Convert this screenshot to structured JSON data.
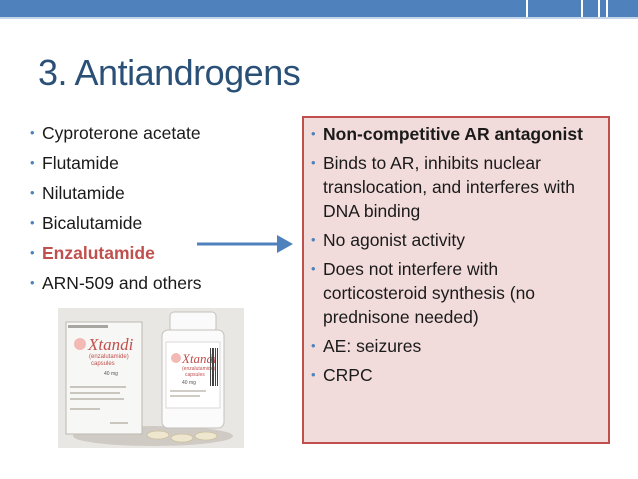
{
  "slide": {
    "title": "3. Antiandrogens",
    "left_items": [
      {
        "text": "Cyproterone acetate",
        "highlight": false
      },
      {
        "text": "Flutamide",
        "highlight": false
      },
      {
        "text": "Nilutamide",
        "highlight": false
      },
      {
        "text": "Bicalutamide",
        "highlight": false
      },
      {
        "text": "Enzalutamide",
        "highlight": true
      },
      {
        "text": "ARN-509 and others",
        "highlight": false
      }
    ],
    "box_items": [
      {
        "text": "Non-competitive AR antagonist",
        "bold": true
      },
      {
        "text": "Binds to AR, inhibits nuclear translocation, and interferes with DNA binding",
        "bold": false
      },
      {
        "text": "No agonist activity",
        "bold": false
      },
      {
        "text": "Does not interfere with corticosteroid synthesis (no prednisone needed)",
        "bold": false
      },
      {
        "text": "AE: seizures",
        "bold": false
      },
      {
        "text": "CRPC",
        "bold": false
      }
    ],
    "product_image": {
      "brand": "Xtandi",
      "generic": "(enzalutamide)",
      "form": "capsules",
      "strength": "40 mg"
    },
    "colors": {
      "accent_bar": "#4f81bd",
      "title": "#2b5078",
      "highlight": "#c0504d",
      "box_fill": "#f2dcdb",
      "box_border": "#c0504d",
      "arrow": "#4f81bd"
    }
  }
}
